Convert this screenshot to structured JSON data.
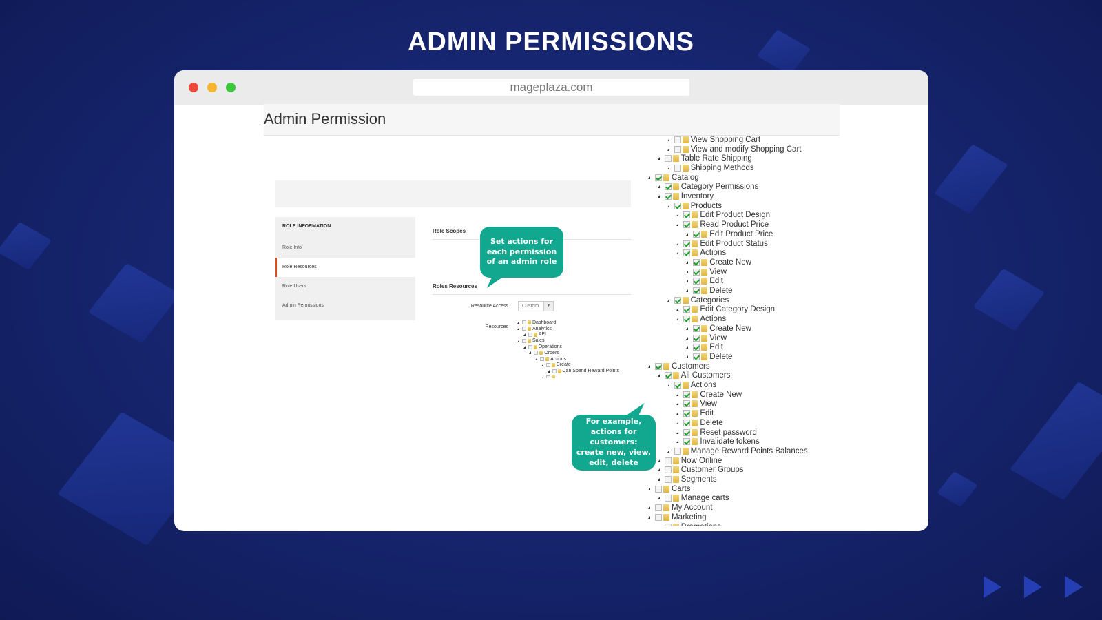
{
  "headline": "ADMIN PERMISSIONS",
  "browser": {
    "url": "mageplaza.com",
    "dots": [
      "#ee4b3c",
      "#f5b52c",
      "#3ec63e"
    ]
  },
  "page": {
    "title": "Admin Permission"
  },
  "sidebar": {
    "heading": "ROLE INFORMATION",
    "items": [
      {
        "label": "Role Info",
        "active": false
      },
      {
        "label": "Role Resources",
        "active": true
      },
      {
        "label": "Role Users",
        "active": false
      },
      {
        "label": "Admin Permissions",
        "active": false
      }
    ]
  },
  "main": {
    "role_scopes": "Role Scopes",
    "roles_resources": "Roles Resources",
    "resource_access_label": "Resource Access",
    "resource_access_value": "Custom",
    "resources_label": "Resources"
  },
  "small_tree": [
    {
      "level": 0,
      "label": "Dashboard",
      "checked": false
    },
    {
      "level": 0,
      "label": "Analytics",
      "checked": false
    },
    {
      "level": 1,
      "label": "API",
      "checked": false
    },
    {
      "level": 0,
      "label": "Sales",
      "checked": false
    },
    {
      "level": 1,
      "label": "Operations",
      "checked": false
    },
    {
      "level": 2,
      "label": "Orders",
      "checked": false
    },
    {
      "level": 3,
      "label": "Actions",
      "checked": false
    },
    {
      "level": 4,
      "label": "Create",
      "checked": false
    },
    {
      "level": 5,
      "label": "Can Spend Reward Points",
      "checked": false
    },
    {
      "level": 4,
      "label": "",
      "checked": false
    }
  ],
  "big_tree": [
    {
      "level": 2,
      "label": "View Shopping Cart",
      "checked": false
    },
    {
      "level": 2,
      "label": "View and modify Shopping Cart",
      "checked": false
    },
    {
      "level": 1,
      "label": "Table Rate Shipping",
      "checked": false
    },
    {
      "level": 2,
      "label": "Shipping Methods",
      "checked": false
    },
    {
      "level": 0,
      "label": "Catalog",
      "checked": true
    },
    {
      "level": 1,
      "label": "Category Permissions",
      "checked": true
    },
    {
      "level": 1,
      "label": "Inventory",
      "checked": true
    },
    {
      "level": 2,
      "label": "Products",
      "checked": true
    },
    {
      "level": 3,
      "label": "Edit Product Design",
      "checked": true
    },
    {
      "level": 3,
      "label": "Read Product Price",
      "checked": true
    },
    {
      "level": 4,
      "label": "Edit Product Price",
      "checked": true
    },
    {
      "level": 3,
      "label": "Edit Product Status",
      "checked": true
    },
    {
      "level": 3,
      "label": "Actions",
      "checked": true
    },
    {
      "level": 4,
      "label": "Create New",
      "checked": true
    },
    {
      "level": 4,
      "label": "View",
      "checked": true
    },
    {
      "level": 4,
      "label": "Edit",
      "checked": true
    },
    {
      "level": 4,
      "label": "Delete",
      "checked": true
    },
    {
      "level": 2,
      "label": "Categories",
      "checked": true
    },
    {
      "level": 3,
      "label": "Edit Category Design",
      "checked": true
    },
    {
      "level": 3,
      "label": "Actions",
      "checked": true
    },
    {
      "level": 4,
      "label": "Create New",
      "checked": true
    },
    {
      "level": 4,
      "label": "View",
      "checked": true
    },
    {
      "level": 4,
      "label": "Edit",
      "checked": true
    },
    {
      "level": 4,
      "label": "Delete",
      "checked": true
    },
    {
      "level": 0,
      "label": "Customers",
      "checked": true
    },
    {
      "level": 1,
      "label": "All Customers",
      "checked": true
    },
    {
      "level": 2,
      "label": "Actions",
      "checked": true
    },
    {
      "level": 3,
      "label": "Create New",
      "checked": true
    },
    {
      "level": 3,
      "label": "View",
      "checked": true
    },
    {
      "level": 3,
      "label": "Edit",
      "checked": true
    },
    {
      "level": 3,
      "label": "Delete",
      "checked": true
    },
    {
      "level": 3,
      "label": "Reset password",
      "checked": true
    },
    {
      "level": 3,
      "label": "Invalidate tokens",
      "checked": true
    },
    {
      "level": 2,
      "label": "Manage Reward Points Balances",
      "checked": false
    },
    {
      "level": 1,
      "label": "Now Online",
      "checked": false
    },
    {
      "level": 1,
      "label": "Customer Groups",
      "checked": false
    },
    {
      "level": 1,
      "label": "Segments",
      "checked": false
    },
    {
      "level": 0,
      "label": "Carts",
      "checked": false
    },
    {
      "level": 1,
      "label": "Manage carts",
      "checked": false
    },
    {
      "level": 0,
      "label": "My Account",
      "checked": false
    },
    {
      "level": 0,
      "label": "Marketing",
      "checked": false
    },
    {
      "level": 1,
      "label": "Promotions",
      "checked": false
    }
  ],
  "callouts": {
    "top": "Set actions for each permission of an admin role",
    "bottom": "For example, actions for customers: create new, view, edit, delete"
  },
  "colors": {
    "callout": "#12a88f",
    "background": "#172671",
    "active_border": "#e04b1c"
  }
}
